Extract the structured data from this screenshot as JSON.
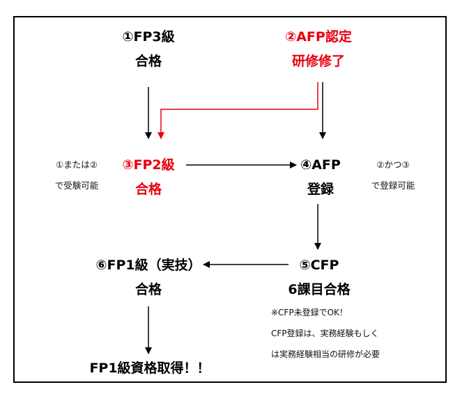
{
  "nodes": {
    "fp3": {
      "line1": "①FP3級",
      "line2": "合格"
    },
    "afp_training": {
      "line1": "②AFP認定",
      "line2": "研修修了"
    },
    "fp2": {
      "line1": "③FP2級",
      "line2": "合格"
    },
    "afp_reg": {
      "line1": "④AFP",
      "line2": "登録"
    },
    "cfp": {
      "line1": "⑤CFP",
      "line2": "6課目合格"
    },
    "fp1": {
      "line1": "⑥FP1級（実技）",
      "line2": "合格"
    },
    "goal": {
      "text": "FP1級資格取得！！"
    }
  },
  "notes": {
    "fp2_condition": {
      "line1": "①または②",
      "line2": "で受験可能"
    },
    "afp_condition": {
      "line1": "②かつ③",
      "line2": "で登録可能"
    },
    "cfp_note": {
      "line1": "※CFP未登録でOK！",
      "line2": "CFP登録は、実務経験もしく",
      "line3": "は実務経験相当の研修が必要"
    }
  },
  "colors": {
    "highlight": "#e8000e",
    "line": "#000000"
  }
}
